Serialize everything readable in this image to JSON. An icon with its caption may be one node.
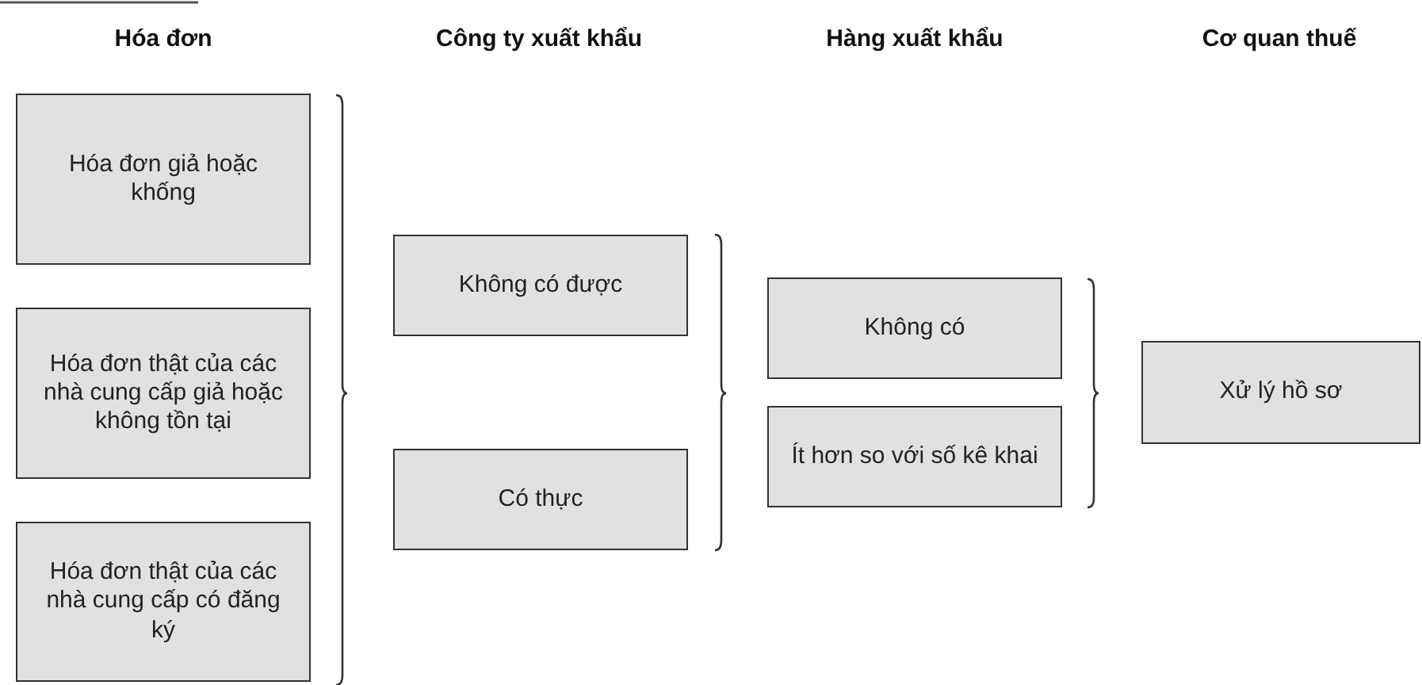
{
  "diagram": {
    "nodes": [
      {
        "text": [
          "Hóa đơn giả hoặc khống"
        ]
      },
      {
        "text": [
          "Hóa đơn thật của các nhà cung cấp giả hoặc không tồn tại"
        ]
      },
      {
        "text": [
          "Hóa đơn thật của các nhà cung cấp có đăng ký"
        ]
      },
      {
        "text": [
          "Không có được"
        ]
      },
      {
        "text": [
          "Có thực"
        ]
      },
      {
        "text": [
          "Không có"
        ]
      },
      {
        "text": [
          "Ít hơn so với số kê khai"
        ]
      },
      {
        "text": [
          "Xử lý hồ sơ"
        ]
      }
    ],
    "labels": [
      "Hóa đơn",
      "Công ty xuất khẩu",
      "Hàng xuất khẩu",
      "Cơ quan thuế"
    ]
  }
}
